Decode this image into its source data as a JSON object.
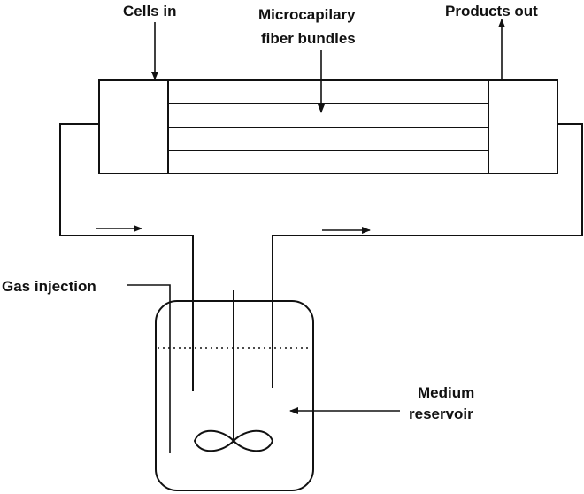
{
  "labels": {
    "cells_in": "Cells in",
    "fiber_line1": "Microcapilary",
    "fiber_line2": "fiber bundles",
    "products_out": "Products out",
    "gas_injection": "Gas injection",
    "medium_line1": "Medium",
    "medium_line2": "reservoir"
  },
  "colors": {
    "line": "#111111",
    "background": "#ffffff"
  }
}
